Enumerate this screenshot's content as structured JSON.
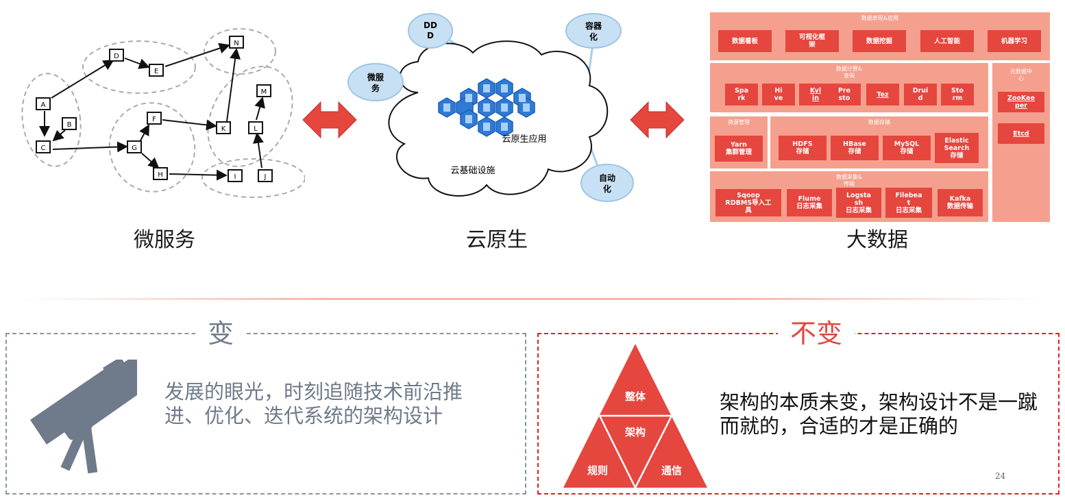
{
  "microservice": {
    "title": "微服务",
    "nodes": [
      "A",
      "B",
      "C",
      "D",
      "E",
      "F",
      "G",
      "H",
      "I",
      "J",
      "K",
      "L",
      "M",
      "N"
    ]
  },
  "cloud_native": {
    "title": "云原生",
    "bubbles": [
      "DD\nD",
      "容器\n化",
      "微服\n务",
      "自动\n化"
    ],
    "app_label": "云原生应用",
    "infra_label": "云基础设施"
  },
  "big_data": {
    "title": "大数据",
    "sections": {
      "display": {
        "label": "数据表现&应用",
        "items": [
          "数据看板",
          "可视化框\n架",
          "数据挖掘",
          "人工智能",
          "机器学习"
        ]
      },
      "compute": {
        "label": "数据计算&\n查询",
        "items": [
          "Spa\nrk",
          "Hi\nve",
          "Kyl\nin",
          "Pre\nsto",
          "Tez",
          "Drui\nd",
          "Sto\nrm"
        ]
      },
      "resource": {
        "label": "资源管理",
        "items": [
          "Yarn\n集群管理"
        ]
      },
      "storage": {
        "label": "数据存储",
        "items": [
          "HDFS\n存储",
          "HBase\n存储",
          "MySQL\n存储",
          "Elastic\nSearch\n存储"
        ]
      },
      "collect": {
        "label": "数据采集&\n传输",
        "items": [
          "Sqoop\nRDBMS导入工\n具",
          "Flume\n日志采集",
          "Logsta\nsh\n日志采集",
          "Filebea\nt\n日志采集",
          "Kafka\n数据传输"
        ]
      },
      "meta": {
        "label": "元数据中\n心",
        "items": [
          "ZooKee\nper",
          "Etcd"
        ]
      }
    }
  },
  "change_box": {
    "title": "变",
    "text": "发展的眼光，时刻追随技术前沿推进、优化、迭代系统的架构设计",
    "icon": "telescope-icon"
  },
  "constant_box": {
    "title": "不变",
    "text": "架构的本质未变，架构设计不是一蹴而就的，合适的才是正确的",
    "triangle": {
      "top": "整体",
      "center": "架构",
      "left": "规则",
      "right": "通信"
    }
  },
  "page_number": "24",
  "colors": {
    "accent_red": "#e5463e",
    "salmon": "#f5a08e",
    "gray": "#6f7a8a",
    "dark_gray_border": "#8a94a4",
    "red_border": "#e02020"
  }
}
